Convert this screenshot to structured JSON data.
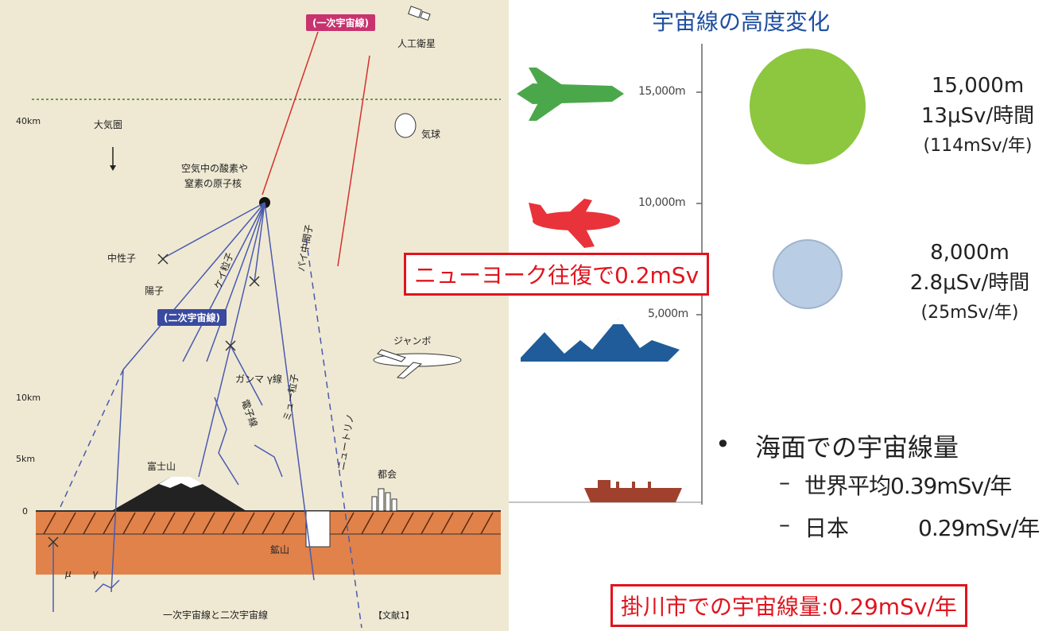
{
  "left_panel": {
    "primary_ray_tag": "(一次宇宙線)",
    "secondary_ray_tag": "(二次宇宙線)",
    "satellite_label": "人工衛星",
    "balloon_label": "気球",
    "atmosphere_label": "大気圏",
    "nucleus_label_1": "空気中の酸素や",
    "nucleus_label_2": "窒素の原子核",
    "neutron_label": "中性子",
    "proton_label": "陽子",
    "pion_label": "パイ中間子",
    "kaon_label": "ケイ粒子",
    "muon_label": "ミュー粒子",
    "gamma_label": "ガンマ γ線",
    "electron_label": "電子線",
    "neutrino_label": "ニュートリノ",
    "jumbo_label": "ジャンボ",
    "fuji_label": "富士山",
    "city_label": "都会",
    "mine_label": "鉱山",
    "alt_40km": "40km",
    "alt_10km": "10km",
    "alt_5km": "5km",
    "alt_0": "0",
    "mu_symbol": "μ",
    "gamma_symbol": "γ",
    "caption": "一次宇宙線と二次宇宙線",
    "reference": "【文献1】"
  },
  "right_panel": {
    "title": "宇宙線の高度変化",
    "ticks": [
      "15,000m",
      "10,000m",
      "5,000m"
    ],
    "high_point": {
      "altitude": "15,000m",
      "rate": "13μSv/時間",
      "annual": "(114mSv/年)",
      "color": "#8dc63f"
    },
    "mid_point": {
      "altitude": "8,000m",
      "rate": "2.8μSv/時間",
      "annual": "(25mSv/年)",
      "color": "#b9cde5"
    },
    "ny_trip": "ニューヨーク往復で0.2mSv",
    "sea_level_heading": "海面での宇宙線量",
    "world_avg": "世界平均0.39mSv/年",
    "japan_label": "日本",
    "japan_value": "0.29mSv/年",
    "kakegawa": "掛川市での宇宙線量:0.29mSv/年",
    "colors": {
      "title": "#1f4fa0",
      "accent": "#e0141e",
      "jet": "#4aa84a",
      "plane": "#e8333a",
      "mountain": "#1f5c99",
      "ship": "#a0412d"
    }
  }
}
